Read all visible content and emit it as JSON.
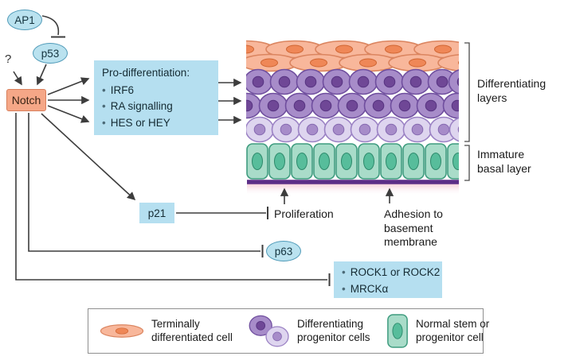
{
  "nodes": {
    "ap1": "AP1",
    "p53": "p53",
    "notch": "Notch",
    "p21": "p21",
    "p63": "p63",
    "question_mark": "?"
  },
  "pro_differentiation": {
    "title": "Pro-differentiation:",
    "items": [
      "IRF6",
      "RA signalling",
      "HES or HEY"
    ]
  },
  "rock_box": {
    "items": [
      "ROCK1 or ROCK2",
      "MRCKα"
    ]
  },
  "labels": {
    "proliferation": "Proliferation",
    "adhesion": "Adhesion to basement membrane",
    "differentiating_layers": "Differentiating layers",
    "immature_basal_layer": "Immature basal layer"
  },
  "legend": {
    "items": [
      {
        "icon": "terminally-differentiated-cell-icon",
        "label": "Terminally differentiated cell"
      },
      {
        "icon": "differentiating-progenitor-cells-icon",
        "label": "Differentiating progenitor cells"
      },
      {
        "icon": "normal-stem-progenitor-cell-icon",
        "label": "Normal stem or progenitor cell"
      }
    ]
  },
  "colors": {
    "node_blue_fill": "#bae2ef",
    "node_blue_border": "#4f9ab8",
    "box_blue": "#b5dff0",
    "notch_fill": "#f5a787",
    "notch_border": "#d87f5c",
    "orange_cell": "#f8b79b",
    "orange_cell_border": "#db8560",
    "orange_nucleus": "#ef8757",
    "purple_cell_dark": "#a78cc9",
    "purple_nucleus_dark": "#6f4796",
    "purple_cell_light": "#ded5ef",
    "purple_nucleus_light": "#a78cc9",
    "teal_cell": "#a9dcc9",
    "teal_cell_border": "#3f9c7f",
    "teal_nucleus": "#57bd9b",
    "basement_membrane": "#5b2d87",
    "arrow": "#3d3d3d"
  }
}
